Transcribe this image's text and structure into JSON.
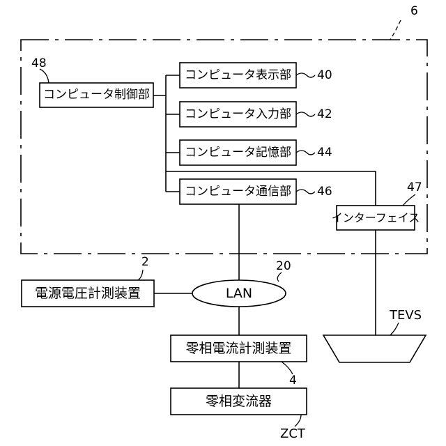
{
  "labels": {
    "system_ref": "6",
    "computer_control": "コンピュータ制御部",
    "computer_control_ref": "48",
    "computer_display": "コンピュータ表示部",
    "computer_display_ref": "40",
    "computer_input": "コンピュータ入力部",
    "computer_input_ref": "42",
    "computer_storage": "コンピュータ記憶部",
    "computer_storage_ref": "44",
    "computer_comm": "コンピュータ通信部",
    "computer_comm_ref": "46",
    "interface": "インターフェイス",
    "interface_ref": "47",
    "voltage_meter": "電源電圧計測装置",
    "voltage_meter_ref": "2",
    "lan": "LAN",
    "lan_ref": "20",
    "zero_phase_meter": "零相電流計測装置",
    "zero_phase_meter_ref": "4",
    "zct": "零相変流器",
    "zct_ref": "ZCT",
    "tevs_ref": "TEVS"
  },
  "colors": {
    "line": "#000000",
    "background": "#ffffff"
  }
}
